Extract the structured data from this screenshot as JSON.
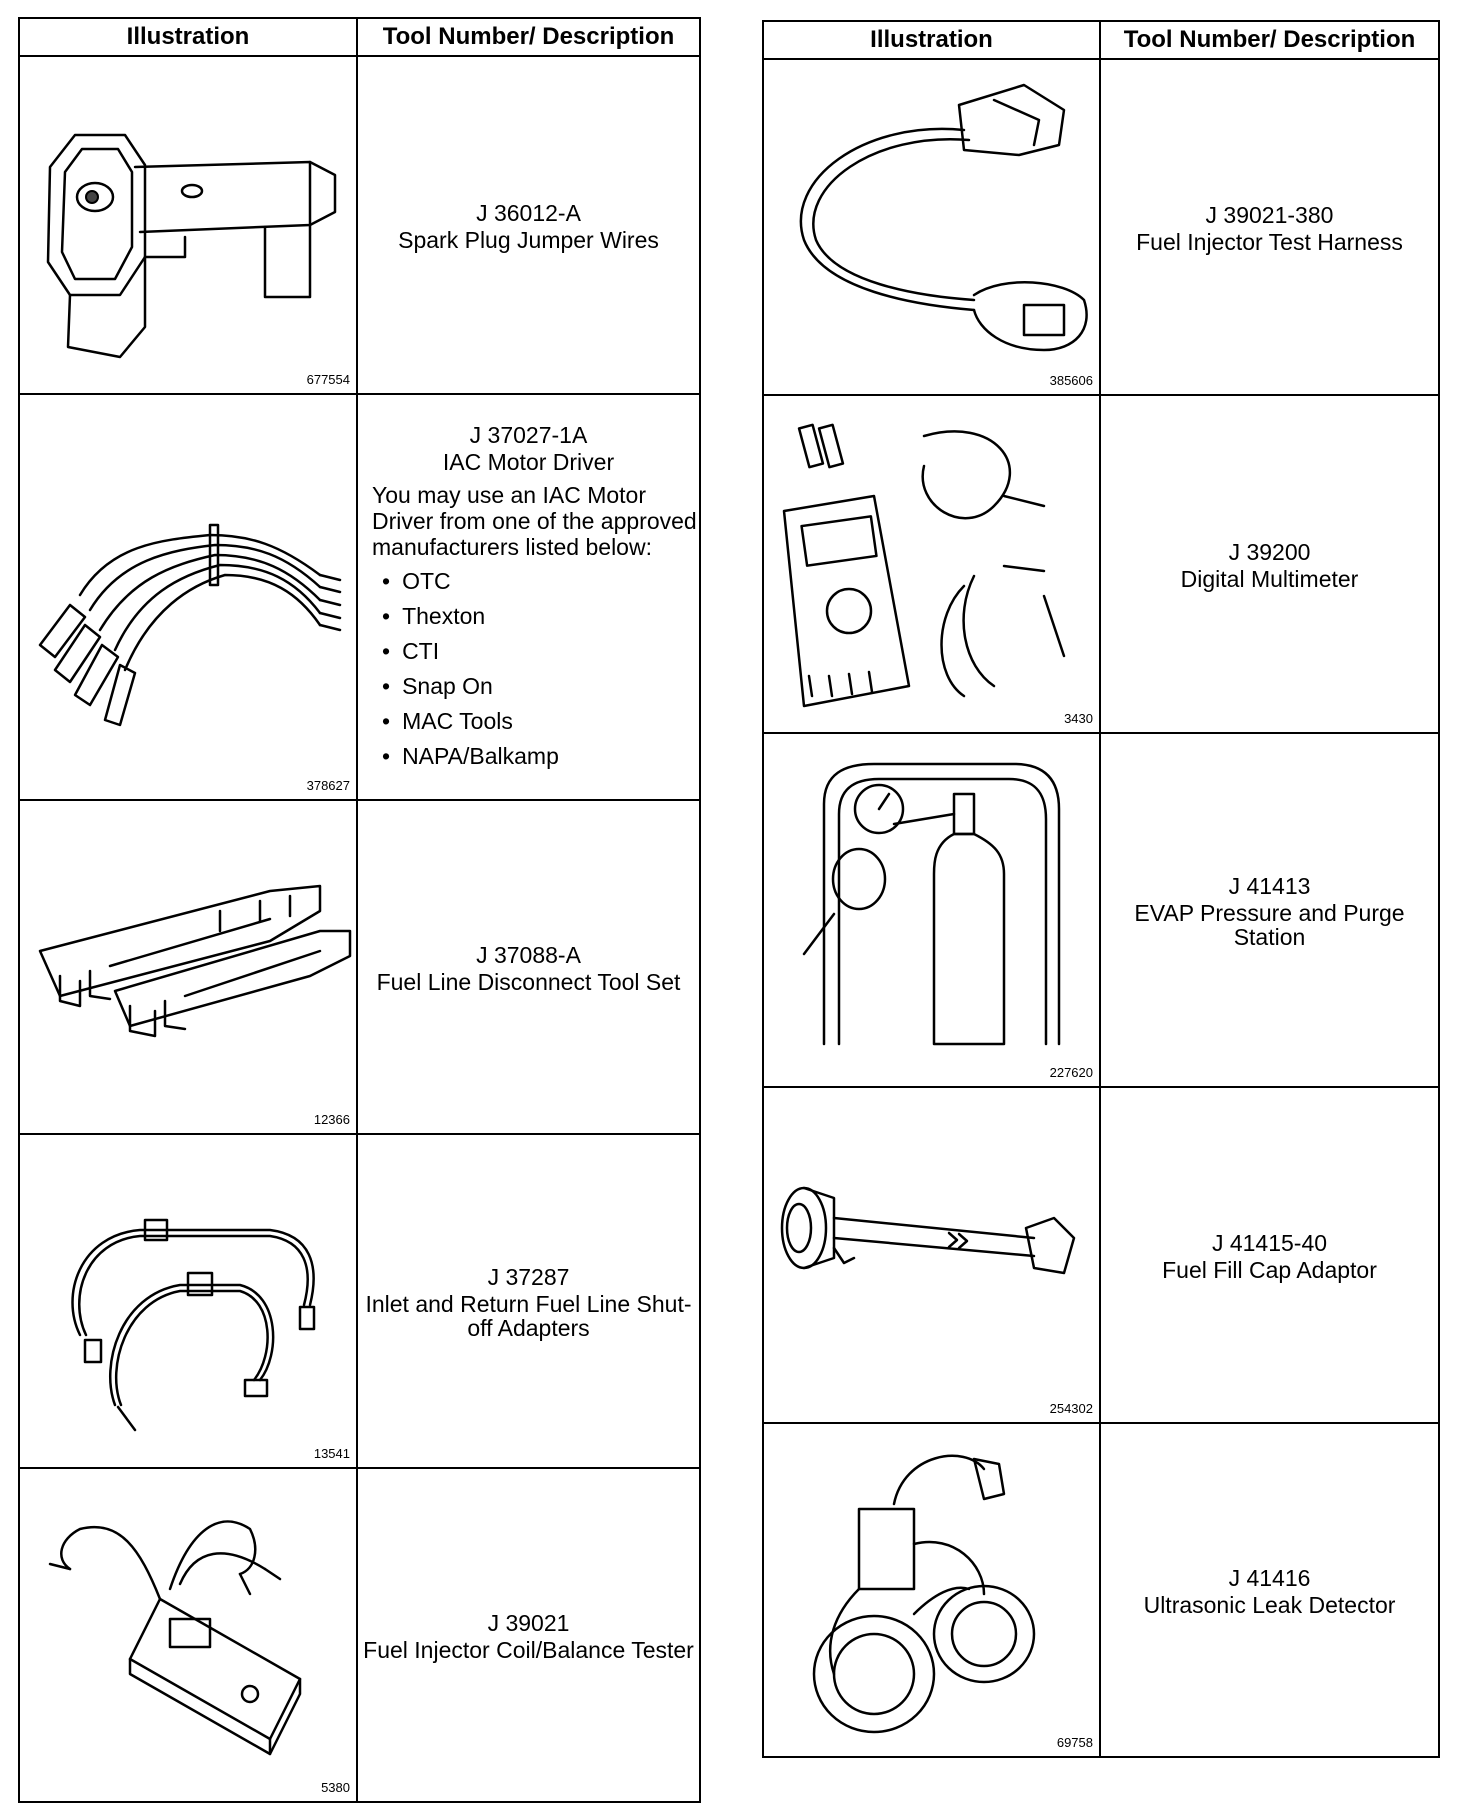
{
  "left_table": {
    "headers": {
      "illustration": "Illustration",
      "tool": "Tool Number/ Description"
    },
    "rows": [
      {
        "figure": "677554",
        "tool_number": "J 36012-A",
        "description": "Spark Plug Jumper Wires",
        "icon": "spark-plug-jumper-icon"
      },
      {
        "figure": "378627",
        "tool_number": "J 37027-1A",
        "description": "IAC Motor Driver",
        "note": "You may use an IAC Motor Driver from one of the approved manufacturers listed below:",
        "manufacturers": [
          "OTC",
          "Thexton",
          "CTI",
          "Snap On",
          "MAC Tools",
          "NAPA/Balkamp"
        ],
        "icon": "iac-wires-icon"
      },
      {
        "figure": "12366",
        "tool_number": "J 37088-A",
        "description": "Fuel Line Disconnect Tool Set",
        "icon": "disconnect-tools-icon"
      },
      {
        "figure": "13541",
        "tool_number": "J 37287",
        "description": "Inlet and Return Fuel Line Shut-off Adapters",
        "icon": "shutoff-adapters-icon"
      },
      {
        "figure": "5380",
        "tool_number": "J 39021",
        "description": "Fuel Injector Coil/Balance Tester",
        "icon": "injector-tester-icon"
      }
    ]
  },
  "right_table": {
    "headers": {
      "illustration": "Illustration",
      "tool": "Tool Number/ Description"
    },
    "rows": [
      {
        "figure": "385606",
        "tool_number": "J 39021-380",
        "description": "Fuel Injector Test Harness",
        "icon": "test-harness-icon"
      },
      {
        "figure": "3430",
        "tool_number": "J 39200",
        "description": "Digital Multimeter",
        "icon": "multimeter-icon"
      },
      {
        "figure": "227620",
        "tool_number": "J 41413",
        "description": "EVAP Pressure and Purge Station",
        "icon": "evap-station-icon"
      },
      {
        "figure": "254302",
        "tool_number": "J 41415-40",
        "description": "Fuel Fill Cap Adaptor",
        "icon": "fill-cap-adaptor-icon"
      },
      {
        "figure": "69758",
        "tool_number": "J 41416",
        "description": "Ultrasonic Leak Detector",
        "icon": "leak-detector-icon"
      }
    ]
  }
}
